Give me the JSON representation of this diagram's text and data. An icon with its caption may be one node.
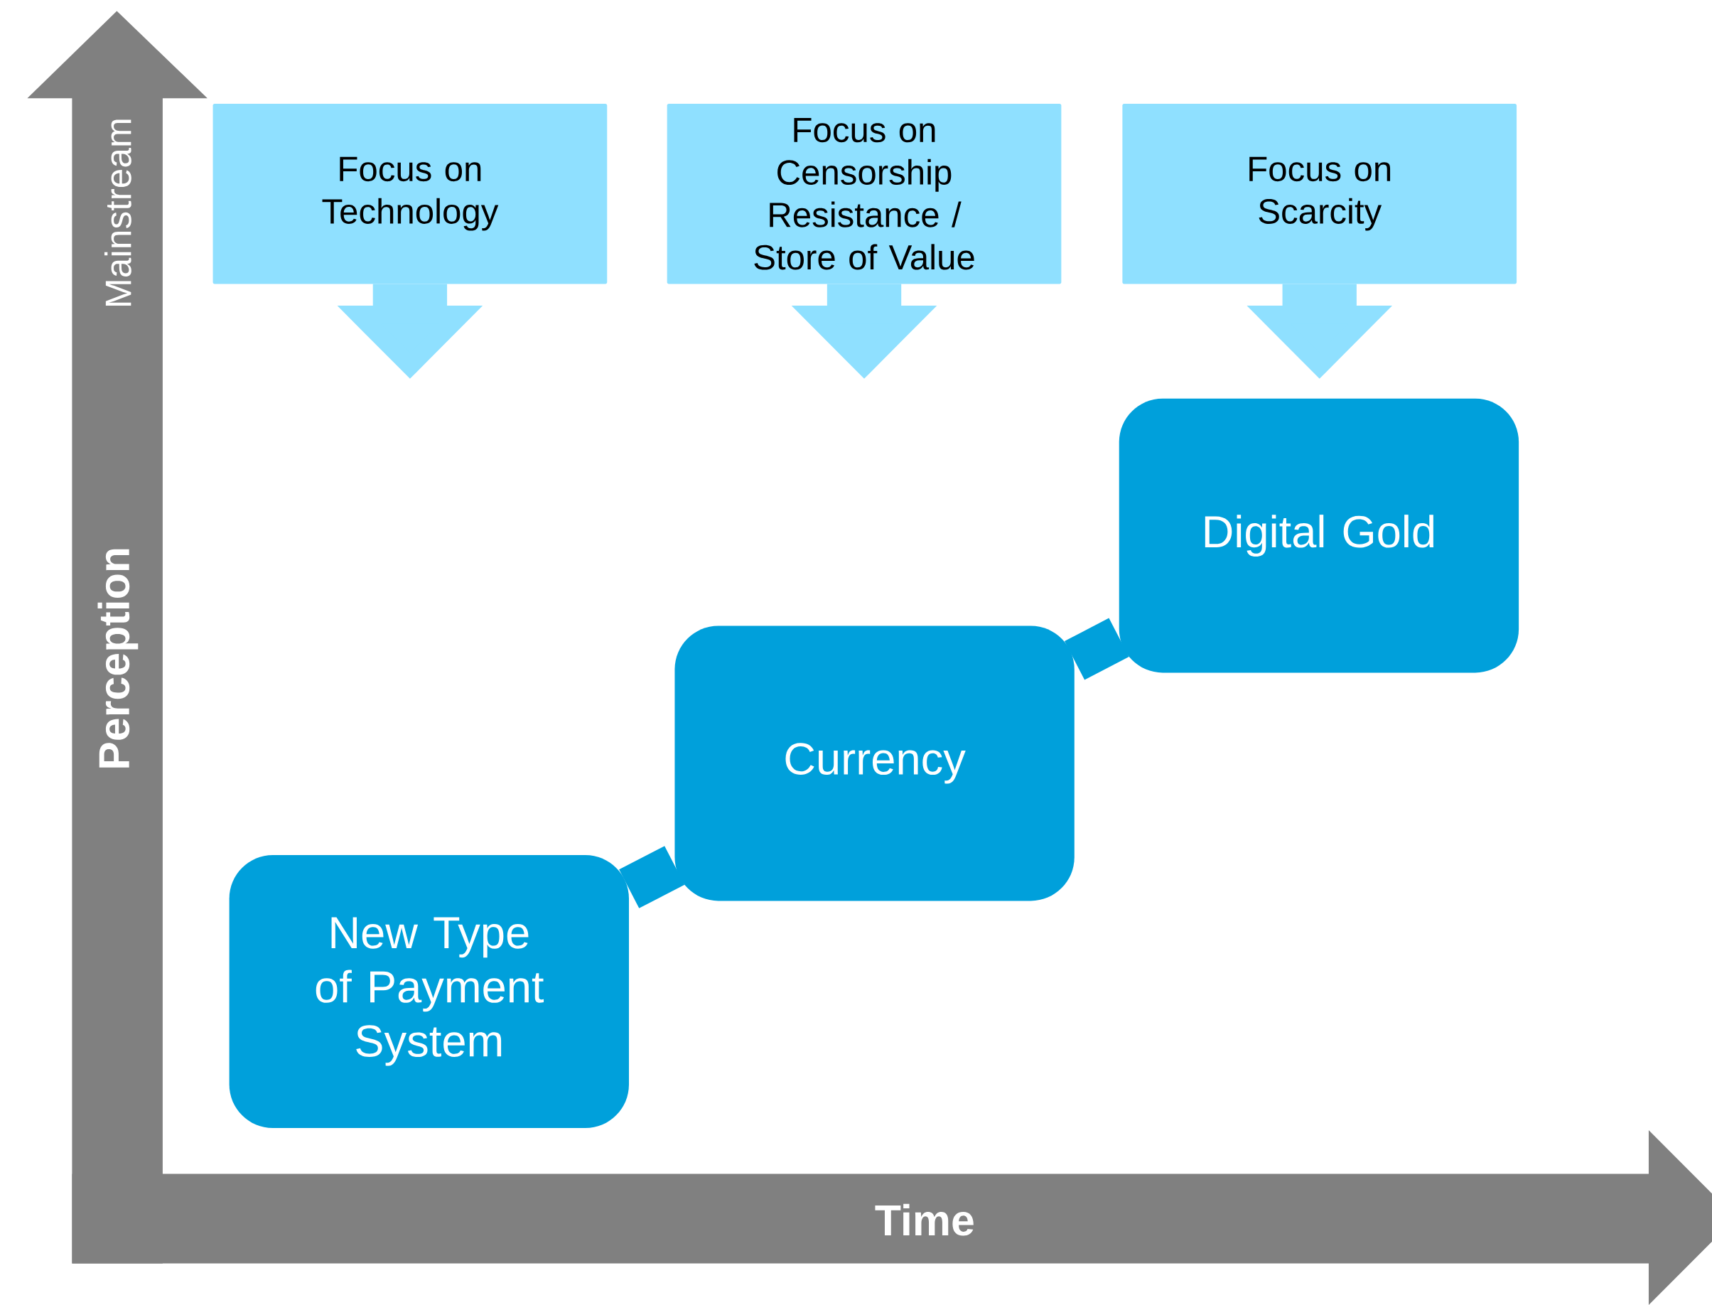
{
  "diagram": {
    "nodes": [
      {
        "text": [
          "Focus on Technology"
        ]
      },
      {
        "text": [
          "Focus on Censorship Resistance / Store of Value"
        ]
      },
      {
        "text": [
          "Focus on Scarcity"
        ]
      },
      {
        "text": [
          "New Type of Payment System"
        ]
      },
      {
        "text": [
          "Currency"
        ]
      },
      {
        "text": [
          "Digital Gold"
        ]
      }
    ],
    "edges": [
      {
        "from": 0,
        "to": null,
        "arrow": "to"
      },
      {
        "from": 1,
        "to": null,
        "arrow": "to"
      },
      {
        "from": 2,
        "to": null,
        "arrow": "to"
      },
      {
        "from": 3,
        "to": 4,
        "arrow": "none",
        "color": "#00a0db"
      },
      {
        "from": 4,
        "to": 5,
        "arrow": "none",
        "color": "#00a0db"
      }
    ],
    "labels": [
      "Mainstream",
      "Perception",
      "Time"
    ]
  }
}
